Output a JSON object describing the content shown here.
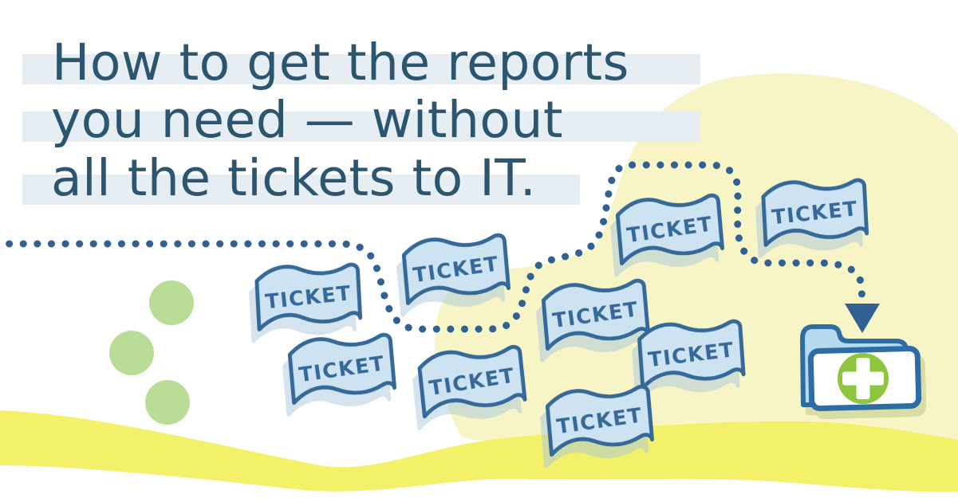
{
  "headline": {
    "lines": [
      "How to get the reports",
      "you need — without",
      "all the tickets to IT."
    ]
  },
  "ticket": {
    "label": "TICKET",
    "count": 9
  },
  "icons": {
    "folder": "add-folder-icon",
    "folder_badge": "plus-icon",
    "arrow": "arrow-down-icon",
    "path": "dotted-flow-path"
  },
  "palette": {
    "headline_text": "#2c5570",
    "highlight_band": "#e7eef3",
    "ticket_fill": "#cde3f1",
    "ticket_stroke": "#35699a",
    "dotted_path": "#2f6293",
    "pale_yellow_blob": "#f7f5c5",
    "yellow_wave_band": "#f3f06a",
    "green_dot": "#b9dd97",
    "plus_green": "#8dc63f",
    "folder_back_fill": "#b5d9ee",
    "folder_stroke": "#2e6da4",
    "background": "#ffffff"
  }
}
